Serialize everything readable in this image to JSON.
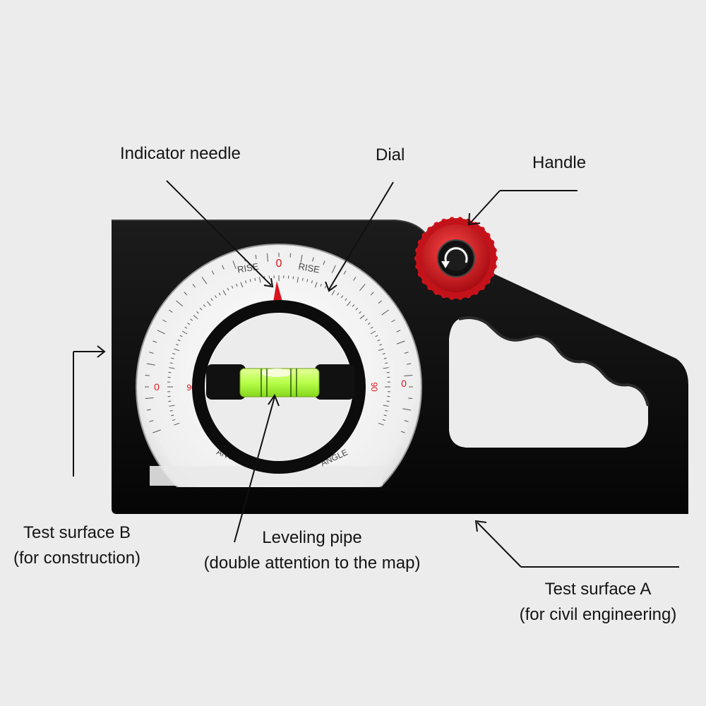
{
  "callouts": {
    "indicator_needle": "Indicator needle",
    "dial": "Dial",
    "handle": "Handle",
    "test_surface_b": {
      "line1": "Test surface B",
      "line2": "(for construction)"
    },
    "leveling_pipe": {
      "line1": "Leveling pipe",
      "line2": "(double attention to the map)"
    },
    "test_surface_a": {
      "line1": "Test surface A",
      "line2": "(for civil engineering)"
    }
  },
  "dial": {
    "top_zero": "0",
    "rise_label": "RISE",
    "angle_label": "ANGLE",
    "side_zero": "0",
    "side_ninety": "90"
  },
  "colors": {
    "background": "#ececec",
    "body": "#111111",
    "dial_face": "#f2f2f2",
    "knob": "#d8141c",
    "bubble": "#b7ff4a",
    "needle": "#d8141c"
  }
}
